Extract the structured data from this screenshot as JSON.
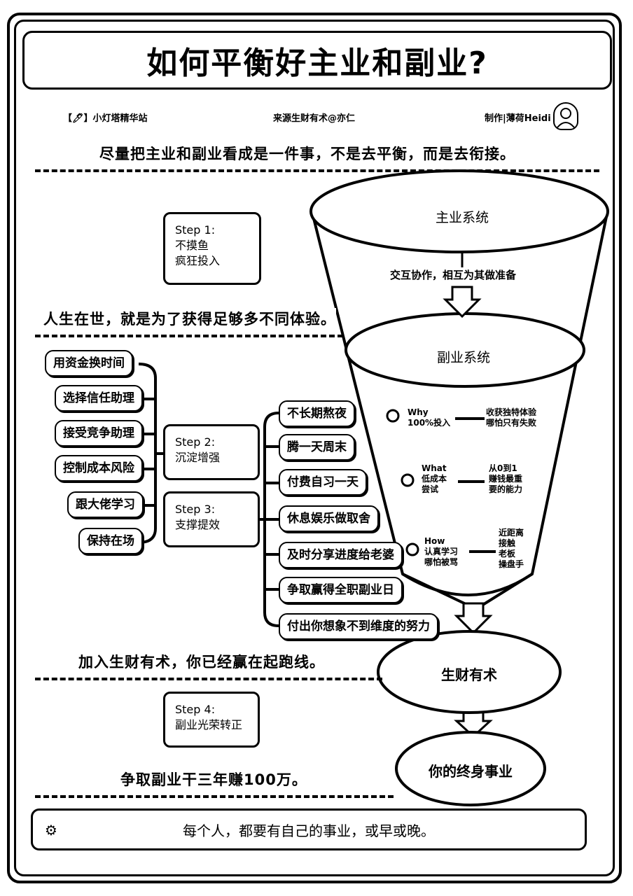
{
  "title": "如何平衡好主业和副业?",
  "meta": {
    "left": "【🖊】小灯塔精华站",
    "center": "来源生财有术@亦仁",
    "right": "制作|薄荷Heidi"
  },
  "headlines": {
    "h1": "尽量把主业和副业看成是一件事，不是去平衡，而是去衔接。",
    "h2": "人生在世，就是为了获得足够多不同体验。",
    "h3": "加入生财有术，你已经赢在起跑线。",
    "h4": "争取副业干三年赚100万。"
  },
  "steps": {
    "step1": {
      "label": "Step 1:",
      "line1": "不摸鱼",
      "line2": "疯狂投入"
    },
    "step2": {
      "label": "Step 2:",
      "line1": "沉淀增强"
    },
    "step3": {
      "label": "Step 3:",
      "line1": "支撑提效"
    },
    "step4": {
      "label": "Step 4:",
      "line1": "副业光荣转正"
    }
  },
  "left_items": [
    "用资金换时间",
    "选择信任助理",
    "接受竞争助理",
    "控制成本风险",
    "跟大佬学习",
    "保持在场"
  ],
  "right_items": [
    "不长期熬夜",
    "腾一天周末",
    "付费自习一天",
    "休息娱乐做取舍",
    "及时分享进度给老婆",
    "争取赢得全职副业日",
    "付出你想象不到维度的努力"
  ],
  "funnel": {
    "top": "主业系统",
    "connector": "交互协作，相互为其做准备",
    "middle": "副业系统",
    "why_label": "Why",
    "why_sub": "100%投入",
    "why_note1": "收获独特体验",
    "why_note2": "哪怕只有失败",
    "what_label": "What",
    "what_sub1": "低成本",
    "what_sub2": "尝试",
    "what_note1": "从0到1",
    "what_note2": "赚钱最重",
    "what_note3": "要的能力",
    "how_label": "How",
    "how_sub1": "认真学习",
    "how_sub2": "哪怕被骂",
    "how_note1": "近距离",
    "how_note2": "接触",
    "how_note3": "老板",
    "how_note4": "操盘手"
  },
  "ellipse1": "生财有术",
  "ellipse2": "你的终身事业",
  "footer": "每个人，都要有自己的事业，或早或晚。",
  "icons": {
    "gear": "gear-icon",
    "avatar": "avatar-icon"
  }
}
